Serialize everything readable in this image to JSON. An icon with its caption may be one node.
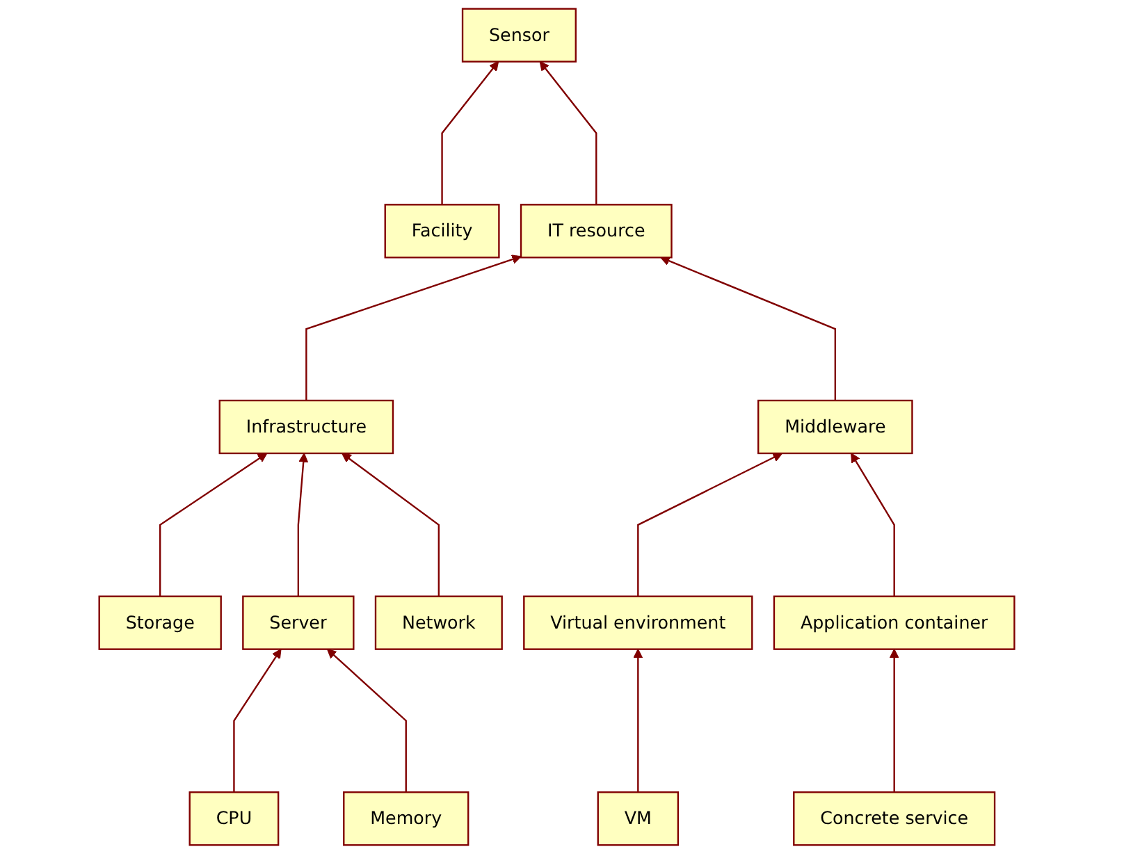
{
  "diagram": {
    "nodes": [
      {
        "text": [
          "Sensor"
        ]
      },
      {
        "text": [
          "Facility"
        ]
      },
      {
        "text": [
          "IT resource"
        ]
      },
      {
        "text": [
          "Infrastructure"
        ]
      },
      {
        "text": [
          "Middleware"
        ]
      },
      {
        "text": [
          "Storage"
        ]
      },
      {
        "text": [
          "Server"
        ]
      },
      {
        "text": [
          "Network"
        ]
      },
      {
        "text": [
          "Virtual environment"
        ]
      },
      {
        "text": [
          "Application container"
        ]
      },
      {
        "text": [
          "CPU"
        ]
      },
      {
        "text": [
          "Memory"
        ]
      },
      {
        "text": [
          "VM"
        ]
      },
      {
        "text": [
          "Concrete service"
        ]
      }
    ],
    "edges": [
      {
        "from": 1,
        "to": 0,
        "arrow": "to"
      },
      {
        "from": 2,
        "to": 0,
        "arrow": "to"
      },
      {
        "from": 3,
        "to": 2,
        "arrow": "to"
      },
      {
        "from": 4,
        "to": 2,
        "arrow": "to"
      },
      {
        "from": 5,
        "to": 3,
        "arrow": "to"
      },
      {
        "from": 6,
        "to": 3,
        "arrow": "to"
      },
      {
        "from": 7,
        "to": 3,
        "arrow": "to"
      },
      {
        "from": 8,
        "to": 4,
        "arrow": "to"
      },
      {
        "from": 9,
        "to": 4,
        "arrow": "to"
      },
      {
        "from": 10,
        "to": 6,
        "arrow": "to"
      },
      {
        "from": 11,
        "to": 6,
        "arrow": "to"
      },
      {
        "from": 12,
        "to": 8,
        "arrow": "to"
      },
      {
        "from": 13,
        "to": 9,
        "arrow": "to"
      }
    ]
  }
}
